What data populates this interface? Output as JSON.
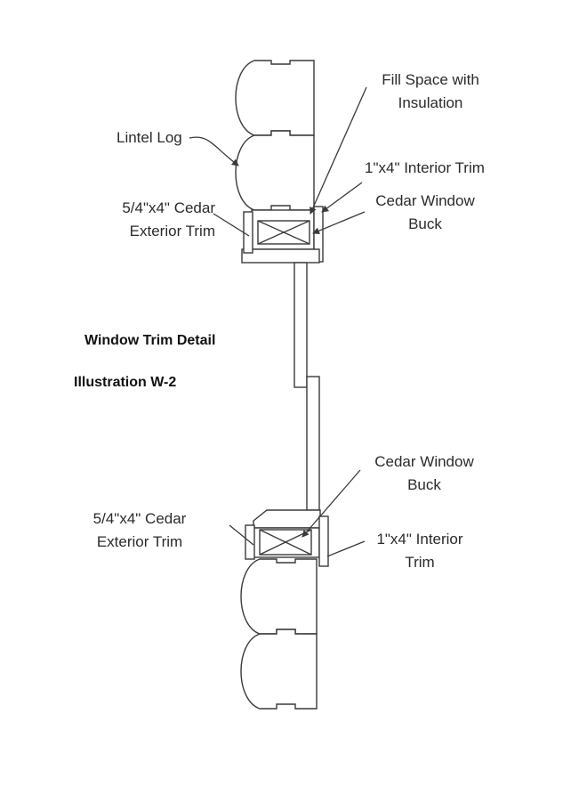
{
  "title": "Window Trim Detail",
  "subtitle": "Illustration W-2",
  "labels": {
    "fill_space": [
      "Fill Space with",
      "Insulation"
    ],
    "lintel_log": "Lintel Log",
    "interior_trim_top": "1\"x4\" Interior Trim",
    "cedar_exterior_top": [
      "5/4\"x4\" Cedar",
      "Exterior Trim"
    ],
    "window_buck_top": [
      "Cedar Window",
      "Buck"
    ],
    "window_buck_bottom": [
      "Cedar Window",
      "Buck"
    ],
    "cedar_exterior_bottom": [
      "5/4\"x4\" Cedar",
      "Exterior Trim"
    ],
    "interior_trim_bottom": [
      "1\"x4\" Interior",
      "Trim"
    ]
  }
}
